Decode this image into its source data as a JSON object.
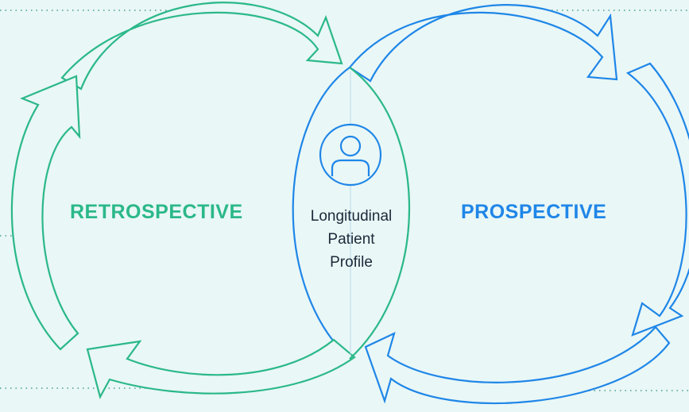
{
  "colors": {
    "background": "#e9f7f6",
    "retrospective": "#2bb889",
    "prospective": "#1f86e8",
    "dotted_line": "#6fb4a8",
    "center_text": "#1b2a3a"
  },
  "left_label": "RETROSPECTIVE",
  "right_label": "PROSPECTIVE",
  "center": {
    "lines": [
      "Longitudinal",
      "Patient",
      "Profile"
    ],
    "icon": "person-icon"
  }
}
